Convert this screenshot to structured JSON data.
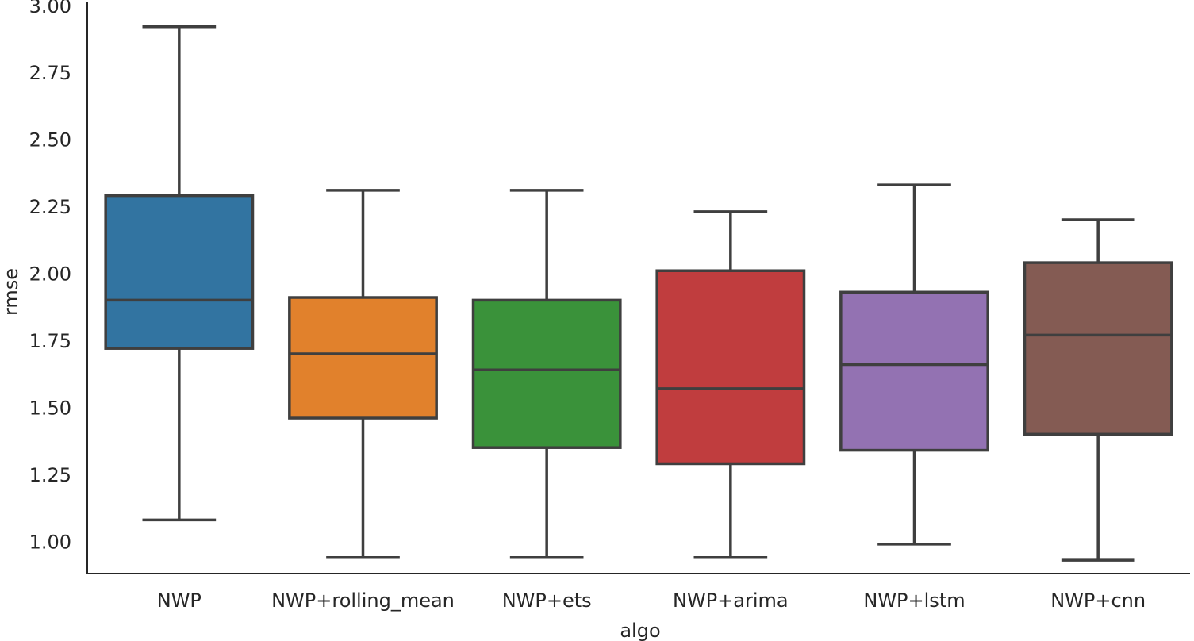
{
  "chart_data": {
    "type": "boxplot",
    "xlabel": "algo",
    "ylabel": "rmse",
    "ylim": [
      0.88,
      3.02
    ],
    "yticks": [
      "1.00",
      "1.25",
      "1.50",
      "1.75",
      "2.00",
      "2.25",
      "2.50",
      "2.75",
      "3.00"
    ],
    "grid": false,
    "categories": [
      "NWP",
      "NWP+rolling_mean",
      "NWP+ets",
      "NWP+arima",
      "NWP+lstm",
      "NWP+cnn"
    ],
    "colors": [
      "#3274a1",
      "#e1812c",
      "#3a923a",
      "#c03d3e",
      "#9372b2",
      "#845b53"
    ],
    "boxes": [
      {
        "whisker_low": 1.08,
        "q1": 1.72,
        "median": 1.9,
        "q3": 2.29,
        "whisker_high": 2.92
      },
      {
        "whisker_low": 0.94,
        "q1": 1.46,
        "median": 1.7,
        "q3": 1.91,
        "whisker_high": 2.31
      },
      {
        "whisker_low": 0.94,
        "q1": 1.35,
        "median": 1.64,
        "q3": 1.9,
        "whisker_high": 2.31
      },
      {
        "whisker_low": 0.94,
        "q1": 1.29,
        "median": 1.57,
        "q3": 2.01,
        "whisker_high": 2.23
      },
      {
        "whisker_low": 0.99,
        "q1": 1.34,
        "median": 1.66,
        "q3": 1.93,
        "whisker_high": 2.33
      },
      {
        "whisker_low": 0.93,
        "q1": 1.4,
        "median": 1.77,
        "q3": 2.04,
        "whisker_high": 2.2
      }
    ]
  }
}
